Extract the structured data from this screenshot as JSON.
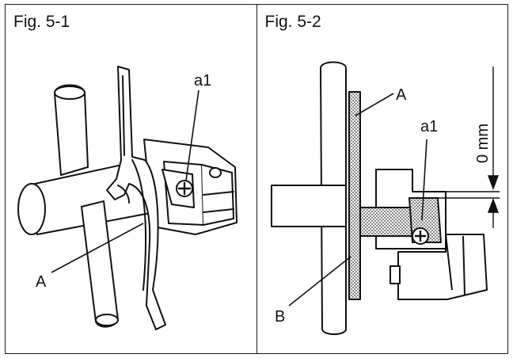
{
  "figures": [
    {
      "title": "Fig. 5-1",
      "labels": {
        "a1": "a1",
        "A": "A"
      }
    },
    {
      "title": "Fig. 5-2",
      "labels": {
        "A": "A",
        "a1": "a1",
        "B": "B",
        "dimension": "0 mm"
      }
    }
  ]
}
